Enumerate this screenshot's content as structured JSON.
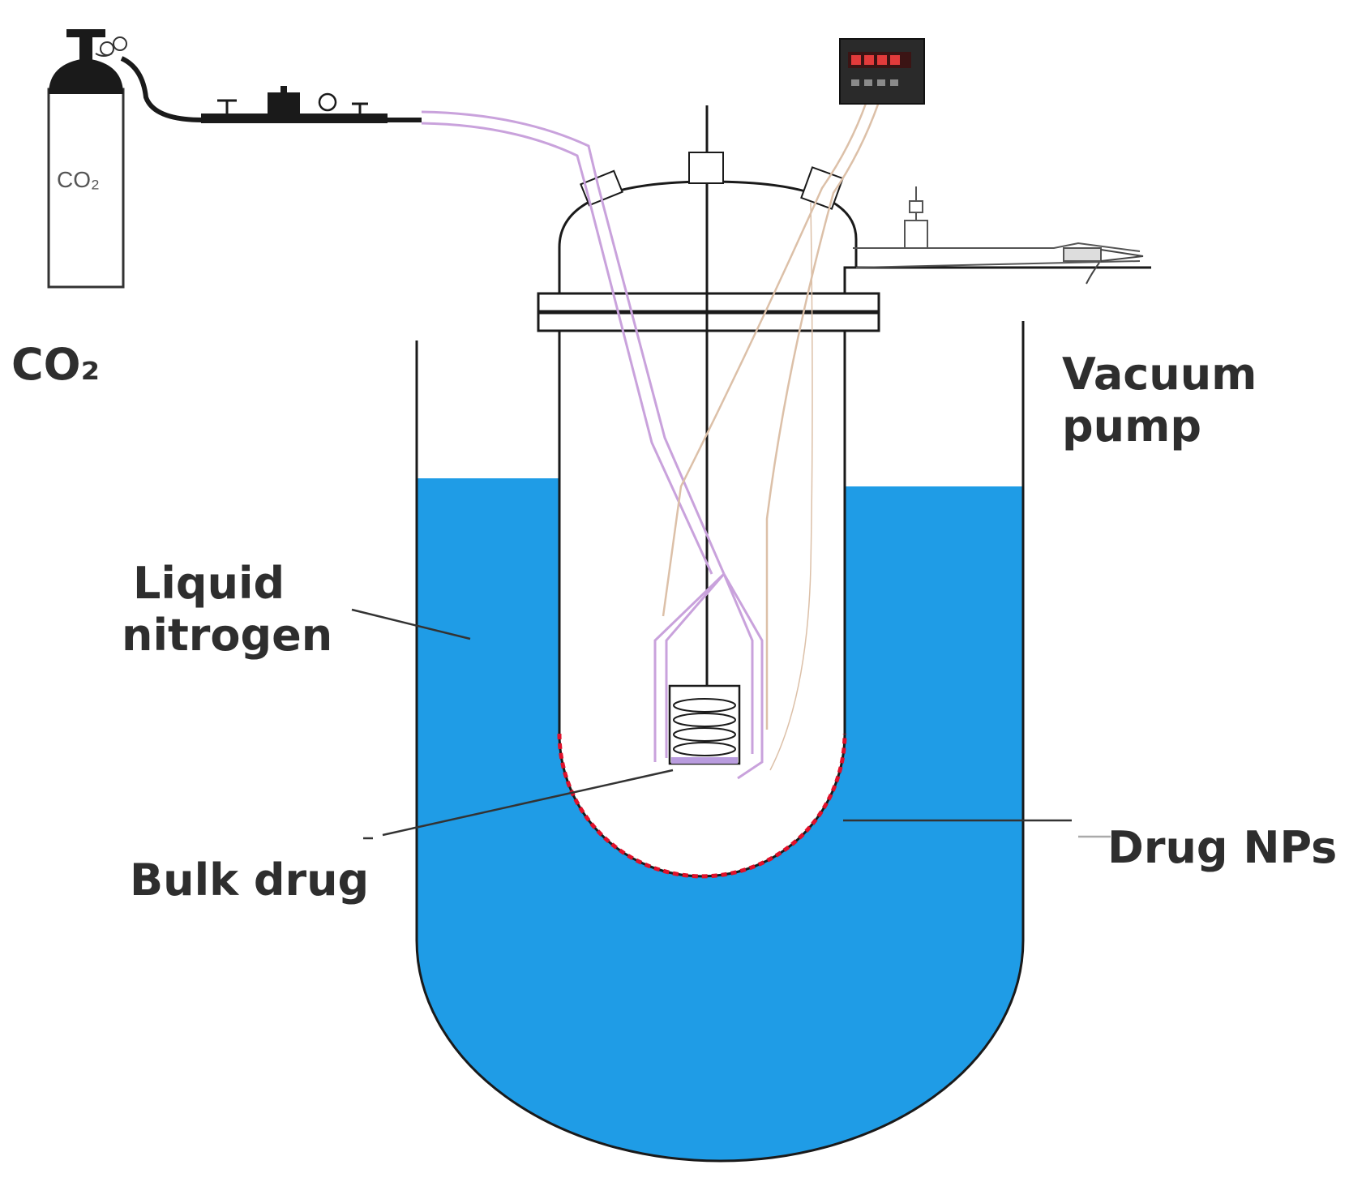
{
  "labels": {
    "co2": "CO₂",
    "cylinder": "CO₂",
    "vacuum_pump": [
      "Vacuum",
      "pump"
    ],
    "liquid_nitrogen": [
      "Liquid",
      "nitrogen"
    ],
    "bulk_drug": "Bulk drug",
    "drug_nps": "Drug NPs"
  },
  "colors": {
    "liquid_nitrogen": "#1f9ce6",
    "co2_tubing": "#c9a2dc",
    "thermocouple_wires": "#dcc0a8",
    "drug_np_deposit": "#e0102a",
    "outline": "#222222"
  }
}
